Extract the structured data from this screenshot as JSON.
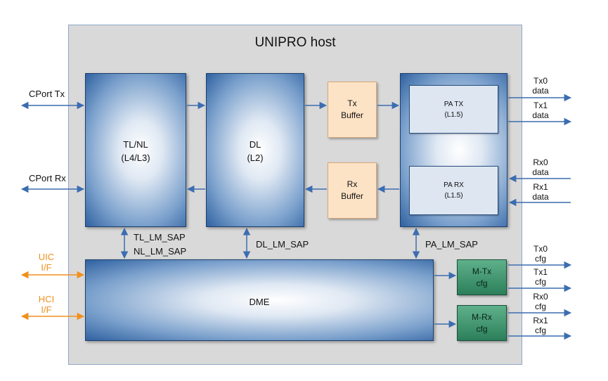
{
  "title": "UNIPRO host",
  "blocks": {
    "tlnl": {
      "line1": "TL/NL",
      "line2": "(L4/L3)"
    },
    "dl": {
      "line1": "DL",
      "line2": "(L2)"
    },
    "dme": {
      "label": "DME"
    },
    "tx_buffer": {
      "line1": "Tx",
      "line2": "Buffer"
    },
    "rx_buffer": {
      "line1": "Rx",
      "line2": "Buffer"
    },
    "pa_tx": {
      "line1": "PA TX",
      "line2": "(L1.5)"
    },
    "pa_rx": {
      "line1": "PA RX",
      "line2": "(L1.5)"
    },
    "m_tx": {
      "line1": "M-Tx",
      "line2": "cfg"
    },
    "m_rx": {
      "line1": "M-Rx",
      "line2": "cfg"
    }
  },
  "saps": {
    "tl_lm": "TL_LM_SAP",
    "nl_lm": "NL_LM_SAP",
    "dl_lm": "DL_LM_SAP",
    "pa_lm": "PA_LM_SAP"
  },
  "left_ports": {
    "cport_tx": "CPort Tx",
    "cport_rx": "CPort Rx",
    "uic": {
      "line1": "UIC",
      "line2": "I/F"
    },
    "hci": {
      "line1": "HCI",
      "line2": "I/F"
    }
  },
  "right_ports": {
    "tx0_data": {
      "line1": "Tx0",
      "line2": "data"
    },
    "tx1_data": {
      "line1": "Tx1",
      "line2": "data"
    },
    "rx0_data": {
      "line1": "Rx0",
      "line2": "data"
    },
    "rx1_data": {
      "line1": "Rx1",
      "line2": "data"
    },
    "tx0_cfg": {
      "line1": "Tx0",
      "line2": "cfg"
    },
    "tx1_cfg": {
      "line1": "Tx1",
      "line2": "cfg"
    },
    "rx0_cfg": {
      "line1": "Rx0",
      "line2": "cfg"
    },
    "rx1_cfg": {
      "line1": "Rx1",
      "line2": "cfg"
    }
  },
  "colors": {
    "arrow": "#3c6db0",
    "interface": "#f0901e",
    "buffer": "#fde3c6",
    "config": "#2f8a63"
  }
}
